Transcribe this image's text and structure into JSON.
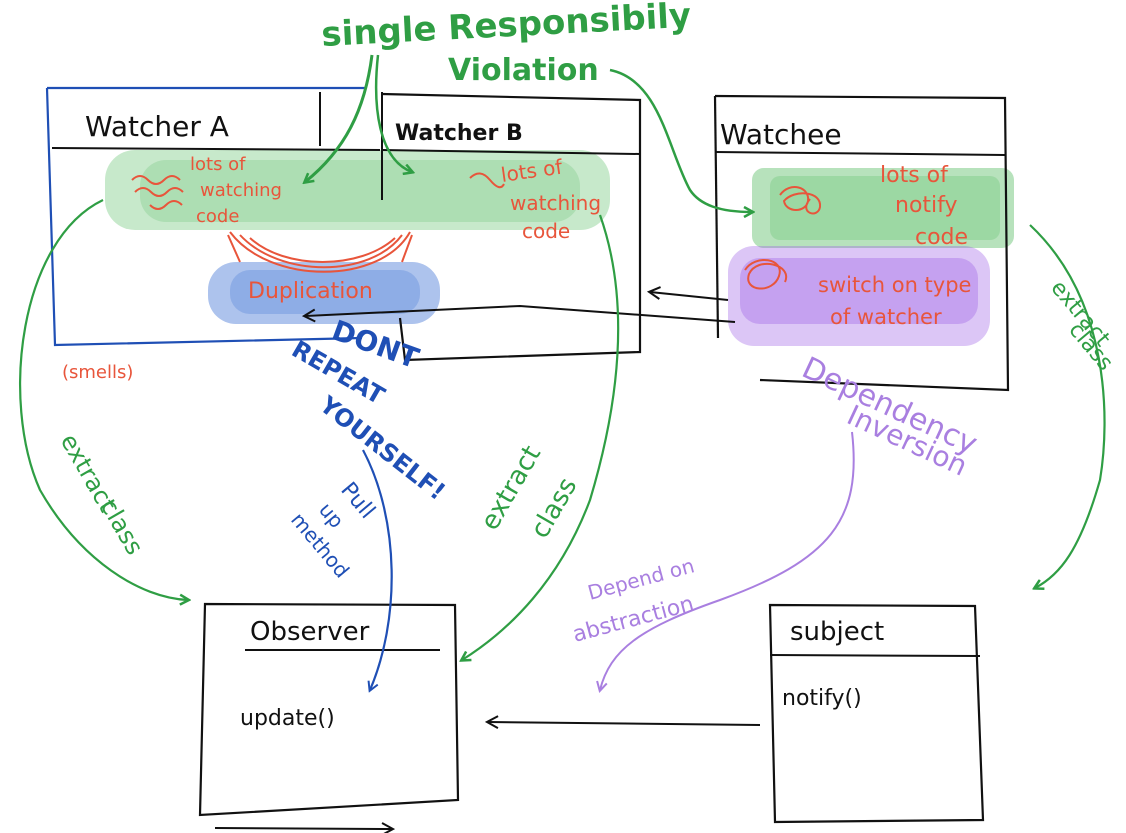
{
  "colors": {
    "ink": "#111111",
    "green": "#2f9e44",
    "green_fill": "#5fbf6b",
    "red": "#e8553b",
    "blue": "#1f4fb5",
    "blue_fill": "#4a7bd8",
    "purple": "#a97fe0",
    "purple_fill": "#9b5de5",
    "box_blue": "#1f4fb5"
  },
  "classes": {
    "watcher_a": "Watcher A",
    "watcher_b": "Watcher B",
    "watchee": "Watchee",
    "observer": "Observer",
    "observer_method": "update()",
    "subject": "subject",
    "subject_method": "notify()"
  },
  "annotations": {
    "srp_line1": "single Responsibily",
    "srp_line2": "Violation",
    "watching_a": [
      "lots of",
      "watching",
      "code"
    ],
    "watching_b": [
      "lots of",
      "watching",
      "code"
    ],
    "notify": [
      "lots of",
      "notify",
      "code"
    ],
    "switch": [
      "switch on type",
      "of watcher"
    ],
    "duplication": "Duplication",
    "smells": "(smells)",
    "dry": [
      "DONT",
      "REPEAT",
      "YOURSELF!"
    ],
    "pull_up": [
      "Pull",
      "up",
      "method"
    ],
    "extract_left": [
      "extract",
      "class"
    ],
    "extract_mid": [
      "extract",
      "class"
    ],
    "extract_right": [
      "extract",
      "class"
    ],
    "dip": [
      "Dependency",
      "Inversion"
    ],
    "depend": [
      "Depend on",
      "abstraction"
    ]
  }
}
